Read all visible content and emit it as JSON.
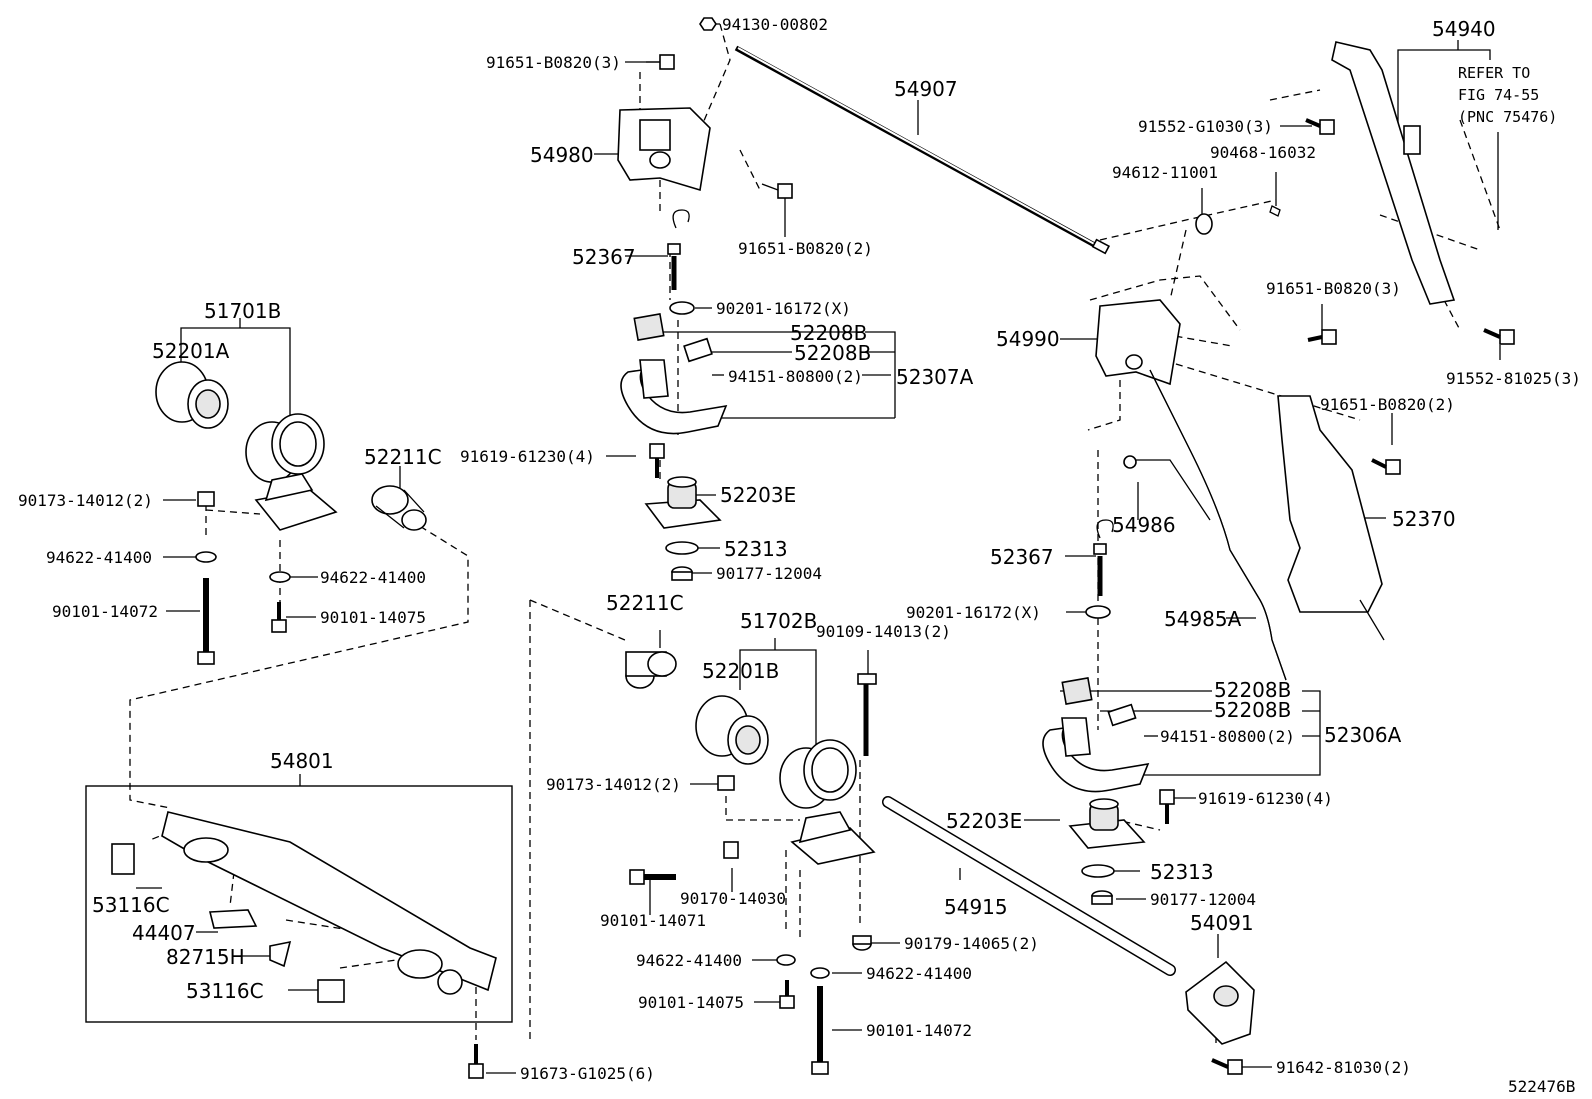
{
  "figure_id": "522476B",
  "note": {
    "line1": "REFER TO",
    "line2": "FIG 74-55",
    "line3": "(PNC 75476)"
  },
  "labels": {
    "p94130_00802": "94130-00802",
    "p91651_b0820_3_top": "91651-B0820(3)",
    "p54907": "54907",
    "p54940": "54940",
    "p54980": "54980",
    "p91651_b0820_2_top": "91651-B0820(2)",
    "p91552_g1030_3": "91552-G1030(3)",
    "p90468_16032": "90468-16032",
    "p94612_11001": "94612-11001",
    "p52367_top": "52367",
    "p91651_b0820_3_right": "91651-B0820(3)",
    "p51701b": "51701B",
    "p90201_16172_x_top": "90201-16172(X)",
    "p54990": "54990",
    "p91552_81025_3": "91552-81025(3)",
    "p52201a": "52201A",
    "p52208b_1": "52208B",
    "p52208b_2": "52208B",
    "p94151_80800_2_top": "94151-80800(2)",
    "p52307a": "52307A",
    "p91651_b0820_2_right": "91651-B0820(2)",
    "p91619_61230_4_top": "91619-61230(4)",
    "p52211c_left": "52211C",
    "p90173_14012_2_left": "90173-14012(2)",
    "p52203e_top": "52203E",
    "p54986": "54986",
    "p52370": "52370",
    "p94622_41400_l1": "94622-41400",
    "p52313_top": "52313",
    "p52367_right": "52367",
    "p94622_41400_l2": "94622-41400",
    "p90177_12004_top": "90177-12004",
    "p90101_14072_left": "90101-14072",
    "p90101_14075_left": "90101-14075",
    "p52211c_mid": "52211C",
    "p90201_16172_x_right": "90201-16172(X)",
    "p54985a": "54985A",
    "p51702b": "51702B",
    "p90109_14013_2": "90109-14013(2)",
    "p52201b": "52201B",
    "p52208b_3": "52208B",
    "p52208b_4": "52208B",
    "p94151_80800_2_right": "94151-80800(2)",
    "p52306a": "52306A",
    "p54801": "54801",
    "p90173_14012_2_mid": "90173-14012(2)",
    "p91619_61230_4_right": "91619-61230(4)",
    "p52203e_right": "52203E",
    "p53116c_1": "53116C",
    "p90101_14071": "90101-14071",
    "p90170_14030": "90170-14030",
    "p54915": "54915",
    "p52313_right": "52313",
    "p90177_12004_right": "90177-12004",
    "p44407": "44407",
    "p54091": "54091",
    "p82715h": "82715H",
    "p90179_14065_2": "90179-14065(2)",
    "p94622_41400_m1": "94622-41400",
    "p94622_41400_m2": "94622-41400",
    "p53116c_2": "53116C",
    "p90101_14075_mid": "90101-14075",
    "p90101_14072_mid": "90101-14072",
    "p91673_g1025_6": "91673-G1025(6)",
    "p91642_81030_2": "91642-81030(2)"
  }
}
